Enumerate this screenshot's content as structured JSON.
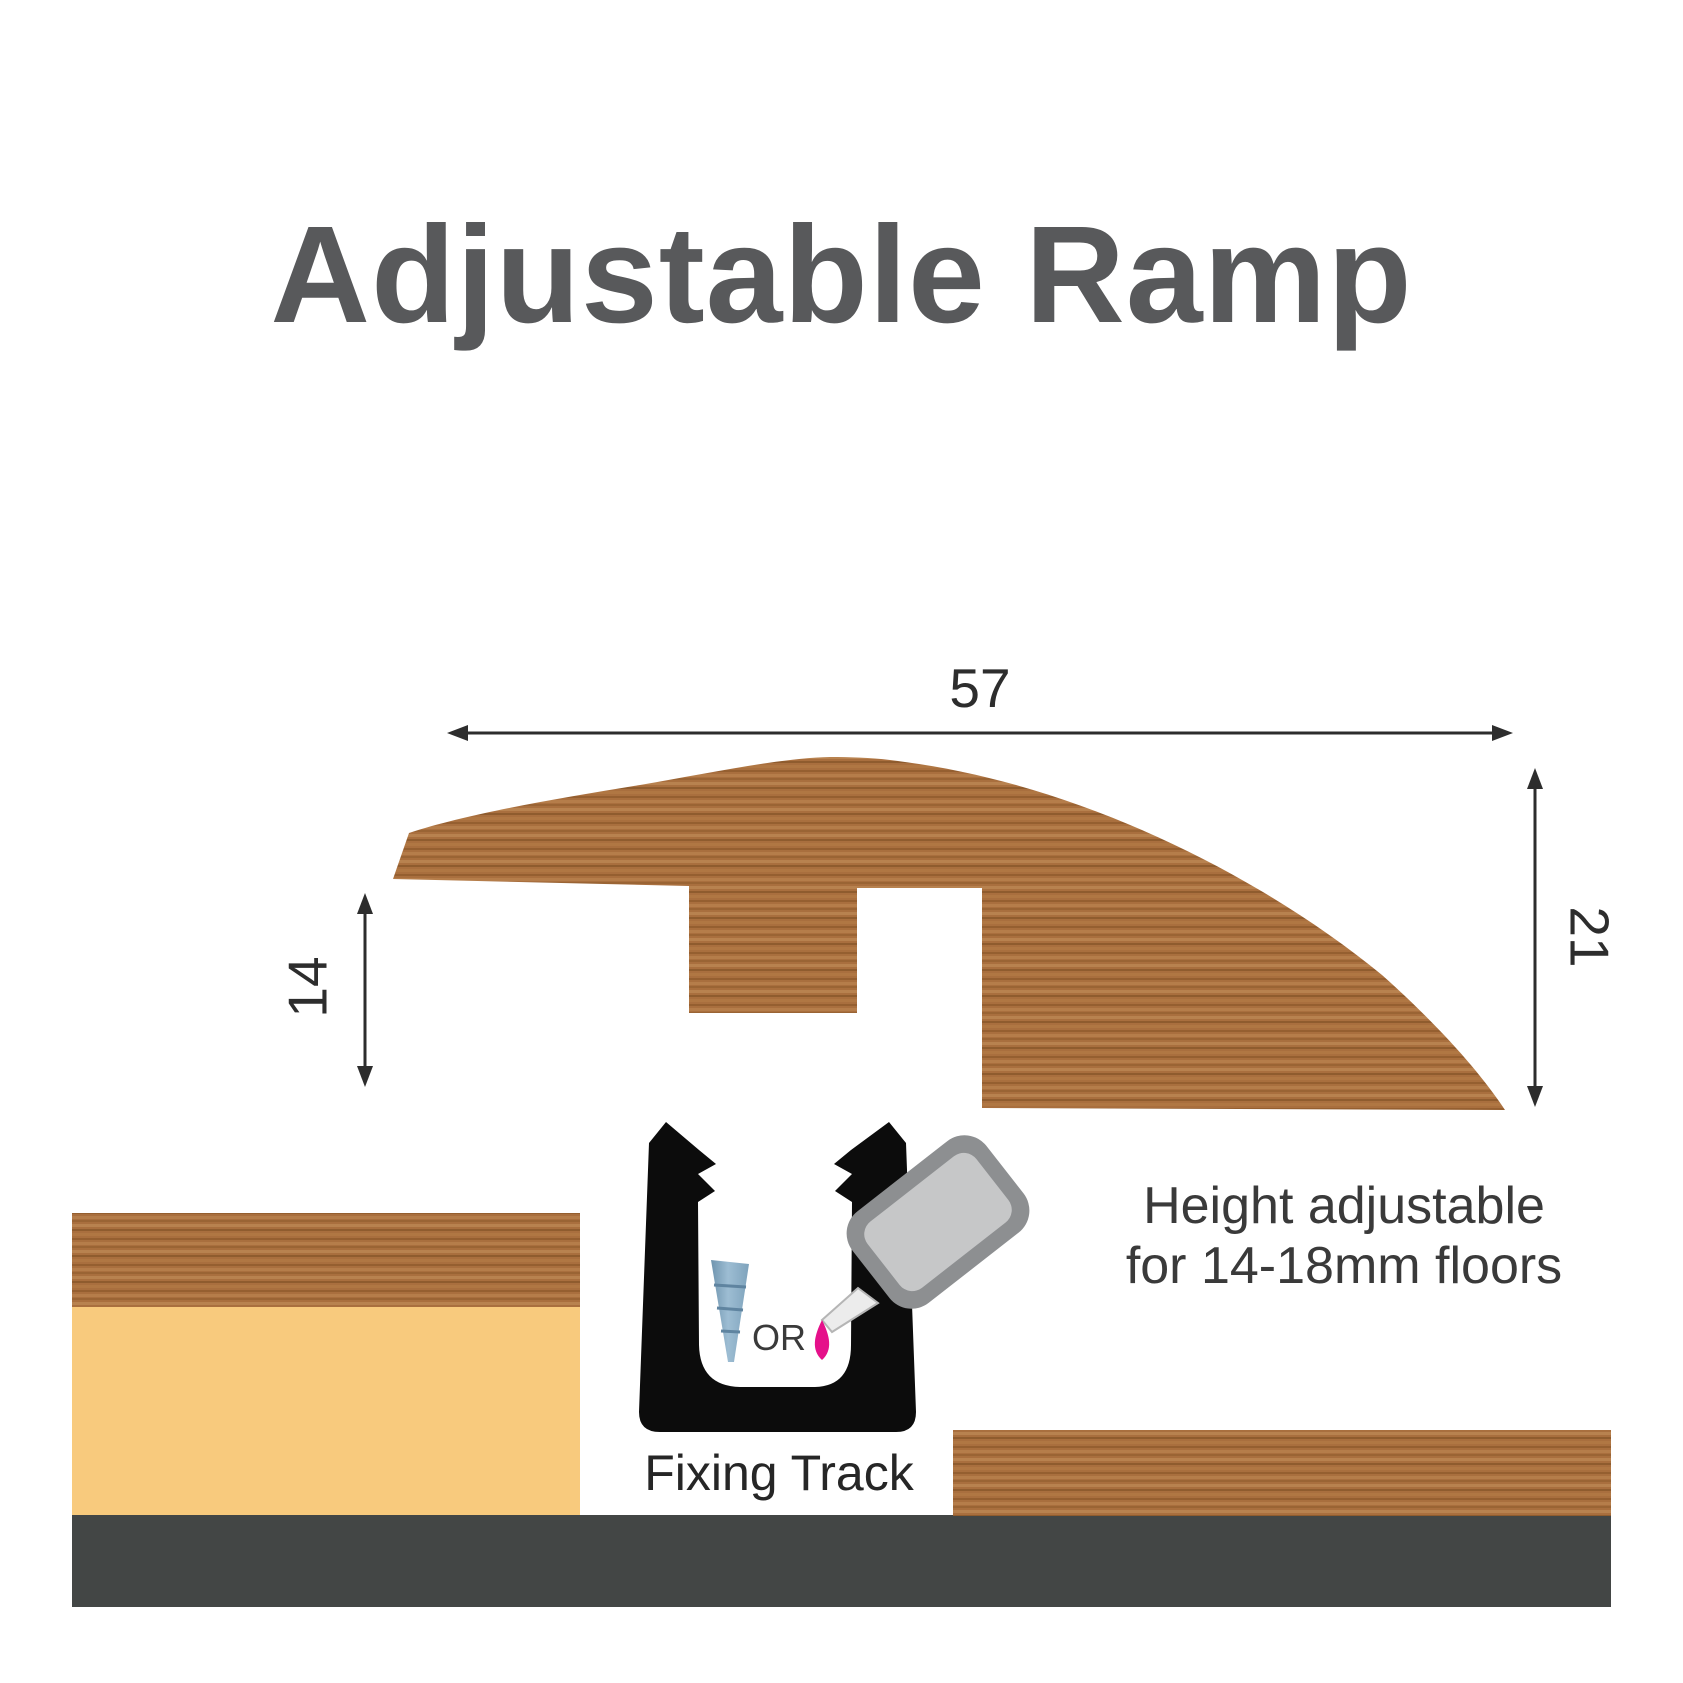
{
  "title": {
    "text": "Adjustable Ramp"
  },
  "profile": {
    "width_label": "57",
    "height_right_label": "21",
    "height_left_label": "14"
  },
  "note": {
    "line1": "Height adjustable",
    "line2": "for 14-18mm floors"
  },
  "track": {
    "label": "Fixing Track",
    "or": "OR"
  },
  "colors": {
    "title_gray": "#58595b",
    "dimension_ink": "#2d2d2d",
    "wood_base": "#a96f3e",
    "wood_streak_light": "#b8824f",
    "wood_streak_dark": "#8f5c2e",
    "underlay_cream": "#f8ca7d",
    "subfloor_gray": "#434645",
    "track_black": "#0c0c0c",
    "screw_blue": "#8fb2cb",
    "glue_pink": "#e5108a",
    "bottle_outer_gray": "#8d8f91",
    "bottle_inner_gray": "#c6c7c8",
    "note_text": "#3a3a3a",
    "label_text": "#262626"
  }
}
